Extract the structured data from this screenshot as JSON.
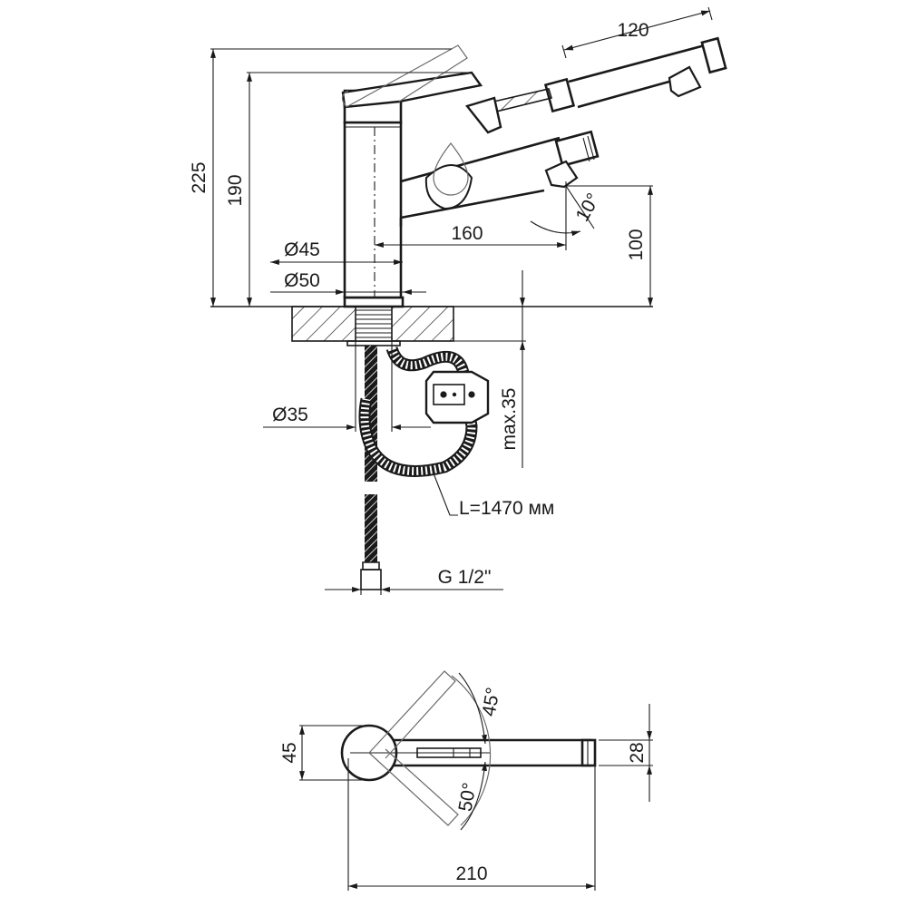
{
  "drawing": {
    "side_view": {
      "dim_overall_height": "225",
      "dim_height": "190",
      "dim_spray_length": "120",
      "dim_spout_reach": "160",
      "dim_spout_height": "100",
      "dim_spray_angle": "10°",
      "dim_base_inner": "Ø45",
      "dim_base_outer": "Ø50",
      "dim_shank": "Ø35",
      "dim_counter_thickness": "max.35",
      "dim_hose_length": "L=1470 мм",
      "dim_thread": "G 1/2\""
    },
    "top_view": {
      "dim_body_width": "45",
      "dim_spout_width": "28",
      "dim_total_length": "210",
      "dim_angle_up": "45°",
      "dim_angle_down": "50°"
    }
  }
}
